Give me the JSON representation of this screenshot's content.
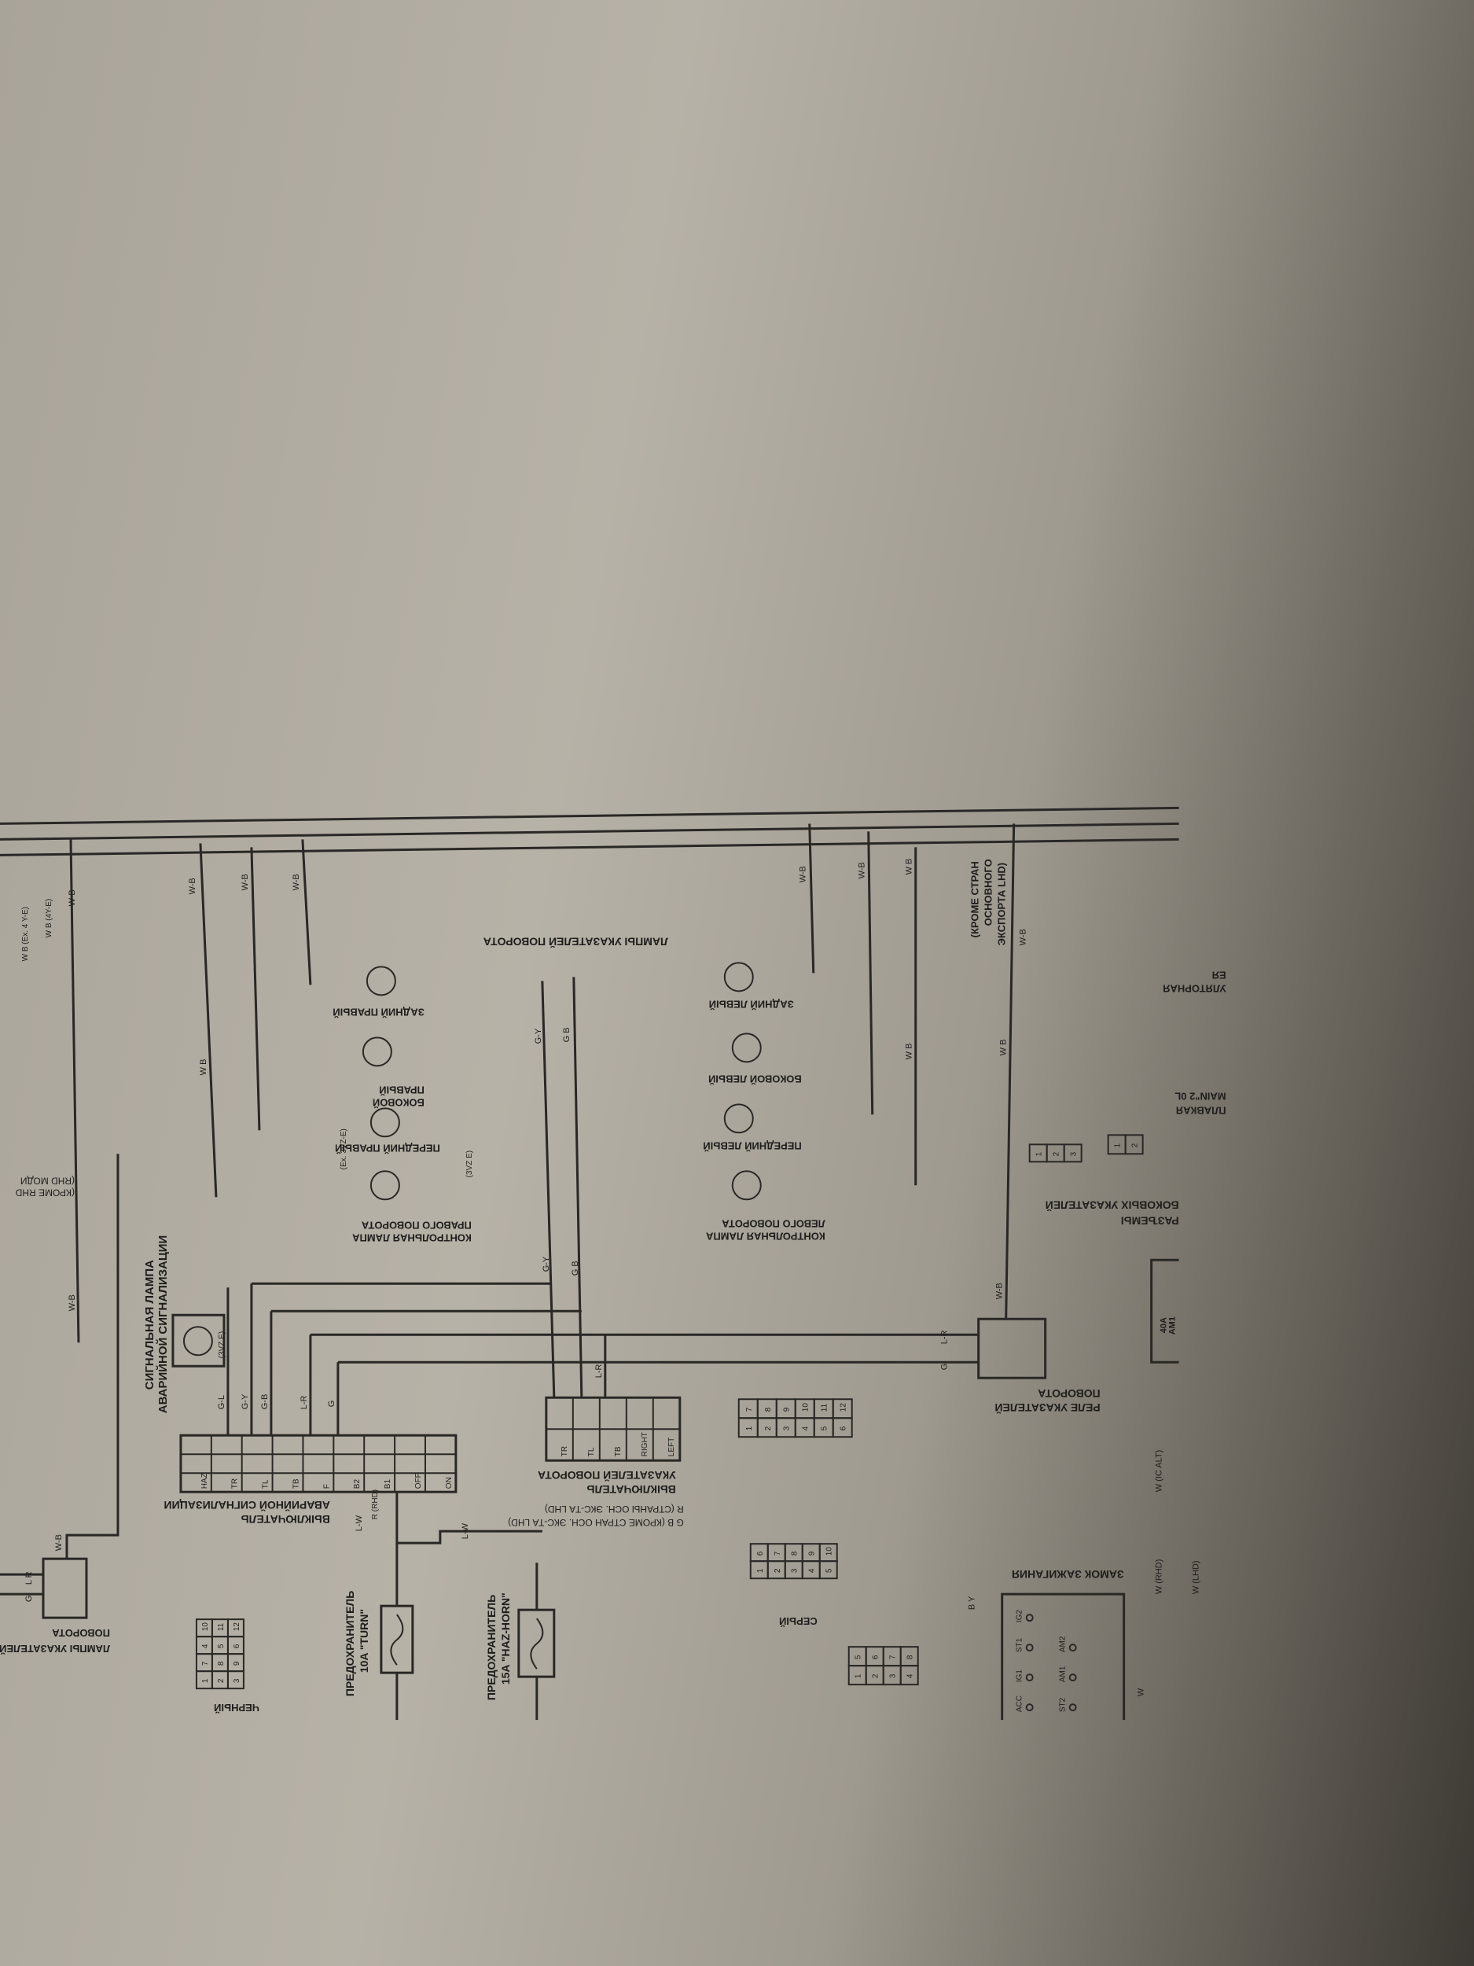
{
  "page": {
    "rotation_deg": -90,
    "colors": {
      "paper": "#b3aea3",
      "ink": "#1e1d1b",
      "shadow": "#3c3833"
    }
  },
  "labels": {
    "lamps_top": [
      "ЛАМПЫ УКАЗАТЕЛЕЙ",
      "ПОВОРОТА"
    ],
    "hazard_lamp": [
      "СИГНАЛЬНАЯ ЛАМПА",
      "АВАРИЙНОЙ СИГНАЛИЗАЦИИ"
    ],
    "fuse_turn": [
      "ПРЕДОХРАНИТЕЛЬ",
      "10A \"TURN\""
    ],
    "fuse_haz": [
      "ПРЕДОХРАНИТЕЛЬ",
      "15A \"HAZ-HORN\""
    ],
    "hazard_switch": [
      "ВЫКЛЮЧАТЕЛЬ",
      "АВАРИЙНОЙ СИГНАЛИЗАЦИИ"
    ],
    "turn_switch": [
      "ВЫКЛЮЧАТЕЛЬ",
      "УКАЗАТЕЛЕЙ ПОВОРОТА"
    ],
    "export_note": [
      "G B (КРОМЕ СТРАН ОСН. ЭКС-ТА LHD)",
      "R (СТРАНЫ ОСН. ЭКС-ТА LHD)"
    ],
    "black": "ЧЕРНЫЙ",
    "gray": "СЕРЫЙ",
    "indicator_right": [
      "КОНТРОЛЬНАЯ ЛАМПА",
      "ПРАВОГО ПОВОРОТА"
    ],
    "indicator_left": [
      "КОНТРОЛЬНАЯ ЛАМПА",
      "ЛЕВОГО ПОВОРОТА"
    ],
    "front_right": "ПЕРЕДНИЙ ПРАВЫЙ",
    "side_right": [
      "БОКОВОЙ",
      "ПРАВЫЙ"
    ],
    "rear_right": "ЗАДНИЙ ПРАВЫЙ",
    "front_left": "ПЕРЕДНИЙ ЛЕВЫЙ",
    "side_left": "БОКОВОЙ ЛЕВЫЙ",
    "rear_left": "ЗАДНИЙ ЛЕВЫЙ",
    "lamps_bottom": "ЛАМПЫ УКАЗАТЕЛЕЙ ПОВОРОТА",
    "relay": [
      "РЕЛЕ УКАЗАТЕЛЕЙ",
      "ПОВОРОТА"
    ],
    "ignition": "ЗАМОК ЗАЖИГАНИЯ",
    "side_connectors": [
      "РАЗЪЕМЫ",
      "БОКОВЫХ УКАЗАТЕЛЕЙ"
    ],
    "except_lhd": [
      "(КРОМЕ СТРАН",
      "ОСНОВНОГО",
      "ЭКСПОРТА LHD)"
    ],
    "except_rhd": [
      "(КРОМЕ RHD",
      "(RHD МОДИ"
    ],
    "main_fuse": [
      "ПЛАВКАЯ",
      "MAIN\"2 0L"
    ],
    "battery": [
      "УЛЯТОРНАЯ",
      "ЕЯ"
    ]
  },
  "switch_cols": [
    "HAZ",
    "TR",
    "TL",
    "TB",
    "F",
    "B2",
    "B1"
  ],
  "switch_rows": [
    "OFF",
    "ON"
  ],
  "turn_cols": [
    "TR",
    "TL",
    "TB"
  ],
  "turn_rows": [
    "RIGHT",
    "LEFT"
  ],
  "wire_labels": {
    "wb": "W-B",
    "wb_plain": "W B",
    "gl": "G-L",
    "gy": "G-Y",
    "gy2": "G Y",
    "gb": "G-B",
    "gb2": "G B",
    "lr": "L-R",
    "lw": "L-W",
    "g": "G",
    "w": "W",
    "rrhd": "R (RHD)",
    "vz": "(3VZ E)",
    "exvz": "(Ex. 3VZ-E)",
    "wrhd": "W (RHD)",
    "wlhd": "W (LHD)",
    "wic": "W (IC ALT)",
    "wb4y": "W B (Ex. 4 Y-E)",
    "wb4y2": "W B (4Y-E)",
    "by": "B Y",
    "lr2": "L R"
  },
  "ign_terms": [
    "ACC",
    "IG1",
    "ST1",
    "IG2",
    "ST2",
    "AM1",
    "AM2"
  ],
  "connector_black": [
    [
      "1",
      "2",
      "3"
    ],
    [
      "7",
      "8",
      "9"
    ],
    [
      "4",
      "5",
      "6"
    ],
    [
      "10",
      "11",
      "12"
    ]
  ],
  "connector_gray": [
    "1",
    "2",
    "3",
    "4",
    "5",
    "6",
    "7",
    "8"
  ],
  "connector_e": [
    "1",
    "2",
    "3",
    "4",
    "5",
    "6",
    "7",
    "8",
    "9",
    "10"
  ],
  "connector_f": [
    "1",
    "2",
    "3",
    "4",
    "5",
    "6",
    "7",
    "8",
    "9",
    "10",
    "11",
    "12"
  ],
  "small_conn": [
    "1",
    "2",
    "3"
  ],
  "fuse_main": [
    "AM1",
    "40A"
  ]
}
